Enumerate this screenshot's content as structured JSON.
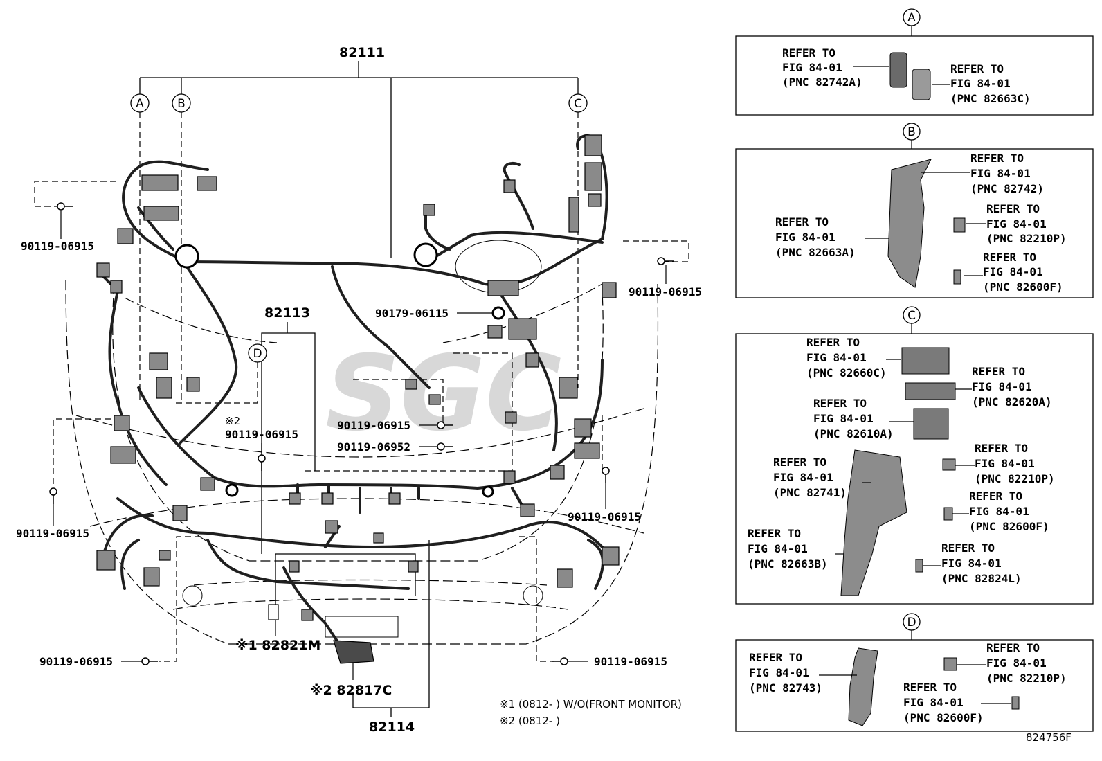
{
  "watermark": "SGC",
  "callouts": {
    "c82111": "82111",
    "c82113": "82113",
    "c82114": "82114",
    "c82821m": "※1 82821M",
    "c82817c": "※2 82817C",
    "bolt_tl": "90119-06915",
    "bolt_ml": "90119-06915",
    "bolt_bl": "90119-06915",
    "bolt_tr": "90119-06915",
    "bolt_mr": "90119-06915",
    "bolt_br": "90119-06915",
    "bolt_c1_mark": "※2",
    "bolt_c1": "90119-06915",
    "bolt_c2": "90119-06915",
    "bolt_c3": "90119-06952",
    "clip": "90179-06115"
  },
  "markers": {
    "a": "A",
    "b": "B",
    "c": "C",
    "d": "D"
  },
  "notes": {
    "n1": "※1 (0812-    ) W/O(FRONT MONITOR)",
    "n2": "※2 (0812-    )"
  },
  "figure_code": "824756F",
  "refer": {
    "line1": "REFER TO",
    "line2": "FIG 84-01",
    "a1": "(PNC 82742A)",
    "a2": "(PNC 82663C)",
    "b1": "(PNC 82742)",
    "b2": "(PNC 82210P)",
    "b3": "(PNC 82663A)",
    "b4": "(PNC 82600F)",
    "c1": "(PNC 82660C)",
    "c2": "(PNC 82620A)",
    "c3": "(PNC 82610A)",
    "c4": "(PNC 82210P)",
    "c5": "(PNC 82741)",
    "c6": "(PNC 82600F)",
    "c7": "(PNC 82663B)",
    "c8": "(PNC 82824L)",
    "d1": "(PNC 82743)",
    "d2": "(PNC 82210P)",
    "d3": "(PNC 82600F)"
  }
}
